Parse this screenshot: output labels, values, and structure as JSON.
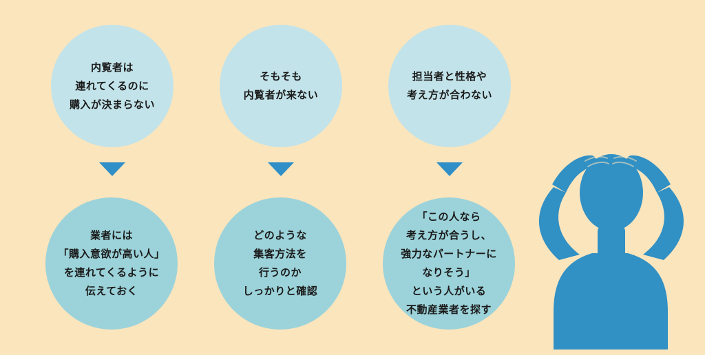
{
  "diagram": {
    "columns": [
      {
        "problem": "内覧者は\n連れてくるのに\n購入が決まらない",
        "solution": "業者には\n「購入意欲が高い人」\nを連れてくるように\n伝えておく"
      },
      {
        "problem": "そもそも\n内覧者が来ない",
        "solution": "どのような\n集客方法を\n行うのか\nしっかりと確認"
      },
      {
        "problem": "担当者と性格や\n考え方が合わない",
        "solution": "「この人なら\n考え方が合うし、\n強力なパートナーに\nなりそう」\nという人がいる\n不動産業者を探す"
      }
    ]
  },
  "colors": {
    "background": "#fbe5bd",
    "top_circle": "#c2e3e9",
    "bottom_circle": "#9cd3da",
    "arrow": "#2f8fc6",
    "silhouette": "#3190c4"
  },
  "icons": {
    "arrow": "triangle-down",
    "figure": "worried-person-silhouette"
  }
}
